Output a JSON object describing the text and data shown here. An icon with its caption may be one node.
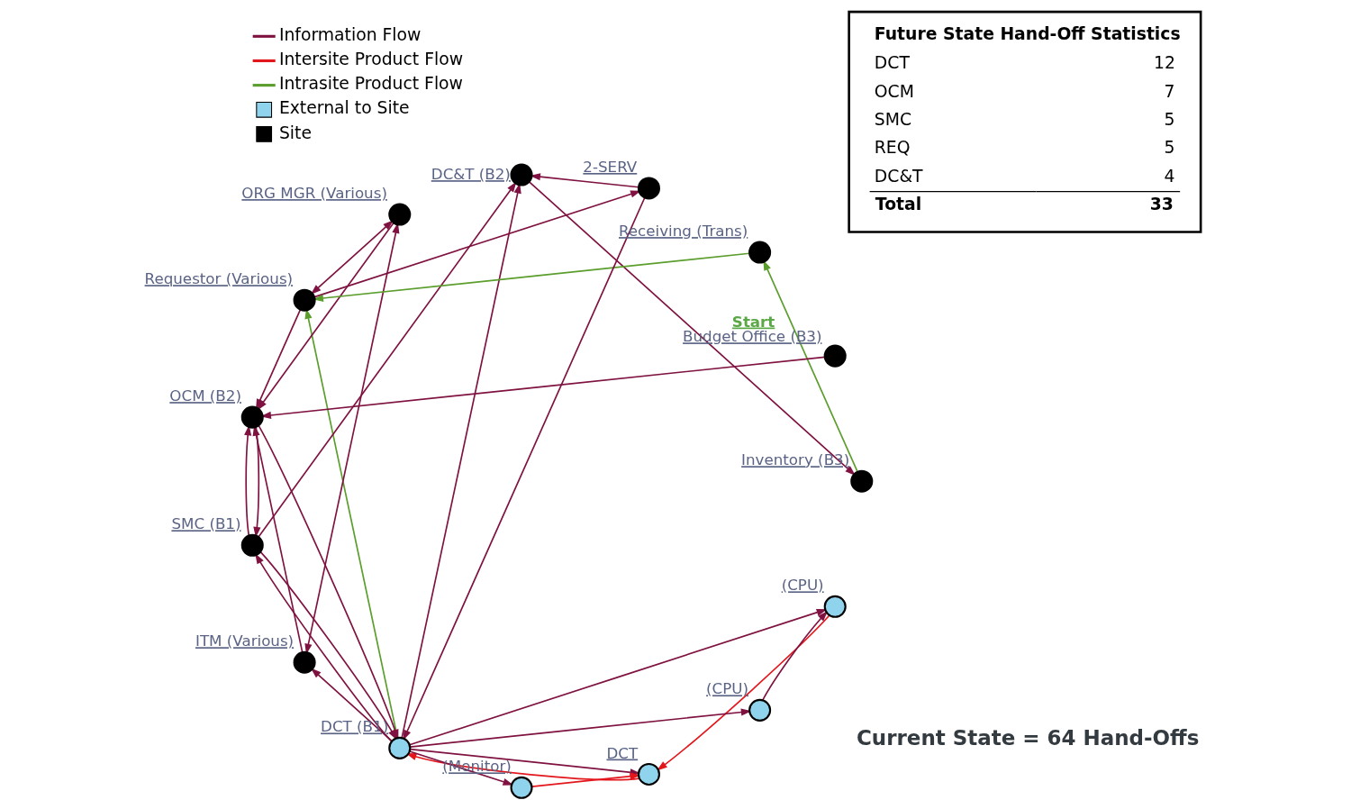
{
  "diagram": {
    "nodes": [
      {
        "text": [],
        "shape": "circle",
        "beside": [
          "(CPU)"
        ]
      },
      {
        "text": [],
        "shape": "circle",
        "beside": [
          "DCT"
        ]
      },
      {
        "text": [],
        "shape": "circle",
        "beside": [
          "(CPU)"
        ]
      },
      {
        "text": [],
        "shape": "circle",
        "beside": [
          "DCT (B1)"
        ]
      },
      {
        "text": [],
        "shape": "circle",
        "beside": [
          "(Monitor)"
        ]
      },
      {
        "text": [],
        "shape": "circle",
        "beside": [
          "OCM (B2)"
        ]
      },
      {
        "text": [],
        "shape": "circle",
        "beside": [
          "Requestor (Various)"
        ]
      },
      {
        "text": [],
        "shape": "circle",
        "beside": [
          "DC&T (B2)"
        ]
      },
      {
        "text": [],
        "shape": "circle",
        "beside": [
          "SMC (B1)"
        ]
      },
      {
        "text": [],
        "shape": "circle",
        "beside": [
          "ITM (Various)"
        ]
      },
      {
        "text": [],
        "shape": "circle",
        "beside": [
          "ORG MGR (Various)"
        ]
      },
      {
        "text": [],
        "shape": "circle",
        "beside": [
          "Inventory (B3)"
        ]
      },
      {
        "text": [],
        "shape": "circle",
        "beside": [
          "Receiving (Trans)"
        ]
      },
      {
        "text": [],
        "shape": "circle",
        "beside": [
          "Start",
          "Budget Office (B3)"
        ]
      },
      {
        "text": [],
        "shape": "circle",
        "beside": [
          "2-SERV"
        ]
      },
      {
        "text": [
          "Future State Hand-Off Statistics",
          "DCT",
          "12",
          "OCM",
          "7",
          "SMC",
          "5",
          "REQ",
          "5",
          "DC&T",
          "4",
          "Total",
          "33"
        ]
      }
    ],
    "edges": [
      {
        "from": 0,
        "to": 1,
        "arrow": "to",
        "color": "#e3161c"
      },
      {
        "from": 4,
        "to": 1,
        "arrow": "to",
        "color": "#e3161c"
      },
      {
        "from": 1,
        "to": 3,
        "arrow": "to",
        "color": "#e3161c"
      },
      {
        "from": 2,
        "to": 0,
        "arrow": "to"
      },
      {
        "from": 3,
        "to": 0,
        "arrow": "to"
      },
      {
        "from": 3,
        "to": 1,
        "arrow": "to"
      },
      {
        "from": 3,
        "to": 2,
        "arrow": "to"
      },
      {
        "from": 3,
        "to": 4,
        "arrow": "to"
      },
      {
        "from": 3,
        "to": 6,
        "arrow": "to",
        "color": "#5b9e2d"
      },
      {
        "from": 5,
        "to": 3,
        "arrow": "to"
      },
      {
        "from": 3,
        "to": 7,
        "arrow": "to"
      },
      {
        "from": 6,
        "to": 5,
        "arrow": "to"
      },
      {
        "from": 8,
        "to": 3,
        "arrow": "to"
      },
      {
        "from": 3,
        "to": 8,
        "arrow": "to"
      },
      {
        "from": 8,
        "to": 5,
        "arrow": "to"
      },
      {
        "from": 5,
        "to": 8,
        "arrow": "to"
      },
      {
        "from": 3,
        "to": 9,
        "arrow": "to"
      },
      {
        "from": 9,
        "to": 5,
        "arrow": "to"
      },
      {
        "from": 8,
        "to": 7,
        "arrow": "to"
      },
      {
        "from": 6,
        "to": 10,
        "arrow": "both"
      },
      {
        "from": 6,
        "to": 14,
        "arrow": "to"
      },
      {
        "from": 9,
        "to": 10,
        "arrow": "both"
      },
      {
        "from": 10,
        "to": 5,
        "arrow": "to"
      },
      {
        "from": 7,
        "to": 11,
        "arrow": "to"
      },
      {
        "from": 14,
        "to": 3,
        "arrow": "to"
      },
      {
        "from": 14,
        "to": 7,
        "arrow": "to"
      },
      {
        "from": 13,
        "to": 5,
        "arrow": "to"
      },
      {
        "from": 12,
        "to": 6,
        "arrow": "to",
        "color": "#5b9e2d"
      },
      {
        "from": 11,
        "to": 12,
        "arrow": "to",
        "color": "#5b9e2d"
      }
    ],
    "labels": [
      "Current State = 64 Hand-Offs"
    ],
    "legend": [
      {
        "text": "Information Flow",
        "color": "#7f1240"
      },
      {
        "text": "Intersite Product Flow",
        "color": "#e3161c"
      },
      {
        "text": "Intrasite Product Flow",
        "color": "#5b9e2d"
      },
      {
        "text": "External to Site",
        "color": "#8fd3ec"
      },
      {
        "text": "Site",
        "color": "#000000"
      }
    ]
  }
}
